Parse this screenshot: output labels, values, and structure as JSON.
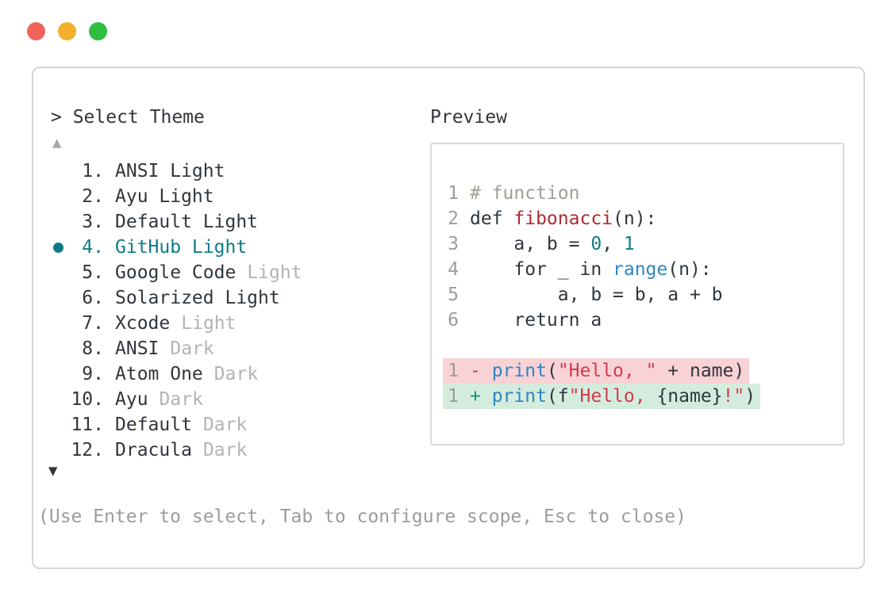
{
  "window": {
    "traffic_lights": {
      "close": "#f2635b",
      "minimize": "#f2b02d",
      "zoom": "#2ebe41"
    }
  },
  "selector": {
    "title": "> Select Theme",
    "scroll_up_icon": "▲",
    "scroll_down_icon": "▼",
    "items": [
      {
        "num": "1.",
        "name": "ANSI Light",
        "suffix": "",
        "selected": false
      },
      {
        "num": "2.",
        "name": "Ayu Light",
        "suffix": "",
        "selected": false
      },
      {
        "num": "3.",
        "name": "Default Light",
        "suffix": "",
        "selected": false
      },
      {
        "num": "4.",
        "name": "GitHub Light",
        "suffix": "",
        "selected": true
      },
      {
        "num": "5.",
        "name": "Google Code",
        "suffix": "Light",
        "selected": false
      },
      {
        "num": "6.",
        "name": "Solarized Light",
        "suffix": "",
        "selected": false
      },
      {
        "num": "7.",
        "name": "Xcode",
        "suffix": "Light",
        "selected": false
      },
      {
        "num": "8.",
        "name": "ANSI",
        "suffix": "Dark",
        "selected": false
      },
      {
        "num": "9.",
        "name": "Atom One",
        "suffix": "Dark",
        "selected": false
      },
      {
        "num": "10.",
        "name": "Ayu",
        "suffix": "Dark",
        "selected": false
      },
      {
        "num": "11.",
        "name": "Default",
        "suffix": "Dark",
        "selected": false
      },
      {
        "num": "12.",
        "name": "Dracula",
        "suffix": "Dark",
        "selected": false
      }
    ],
    "hint": "(Use Enter to select, Tab to configure scope, Esc to close)"
  },
  "preview": {
    "title": "Preview",
    "lines": [
      {
        "num": "1",
        "diff": "",
        "tokens": [
          [
            "# function",
            "comment"
          ]
        ]
      },
      {
        "num": "2",
        "diff": "",
        "tokens": [
          [
            "def ",
            "plain"
          ],
          [
            "fibonacci",
            "red"
          ],
          [
            "(n):",
            "plain"
          ]
        ]
      },
      {
        "num": "3",
        "diff": "",
        "tokens": [
          [
            "    a, b = ",
            "plain"
          ],
          [
            "0",
            "teal"
          ],
          [
            ", ",
            "plain"
          ],
          [
            "1",
            "teal"
          ]
        ]
      },
      {
        "num": "4",
        "diff": "",
        "tokens": [
          [
            "    for _ in ",
            "plain"
          ],
          [
            "range",
            "blue"
          ],
          [
            "(n):",
            "plain"
          ]
        ]
      },
      {
        "num": "5",
        "diff": "",
        "tokens": [
          [
            "        a, b = b, a + b",
            "plain"
          ]
        ]
      },
      {
        "num": "6",
        "diff": "",
        "tokens": [
          [
            "    return a",
            "plain"
          ]
        ]
      },
      {
        "num": "",
        "diff": "",
        "tokens": []
      },
      {
        "num": "1",
        "diff": "removed",
        "tokens": [
          [
            "- ",
            "crimson"
          ],
          [
            "print",
            "blue"
          ],
          [
            "(",
            "plain"
          ],
          [
            "\"Hello, \"",
            "crimson"
          ],
          [
            " + name)",
            "plain"
          ]
        ]
      },
      {
        "num": "1",
        "diff": "added",
        "tokens": [
          [
            "+ ",
            "plus"
          ],
          [
            "print",
            "blue"
          ],
          [
            "(f",
            "plain"
          ],
          [
            "\"Hello, ",
            "crimson"
          ],
          [
            "{name}",
            "plain"
          ],
          [
            "!\"",
            "crimson"
          ],
          [
            ")",
            "plain"
          ]
        ]
      }
    ]
  },
  "colors": {
    "selected_accent": "#0e7c86",
    "removed_bg": "#f9d2d6",
    "added_bg": "#d4ecdd",
    "text": "#30363d",
    "muted_text": "#b3b3b3"
  }
}
